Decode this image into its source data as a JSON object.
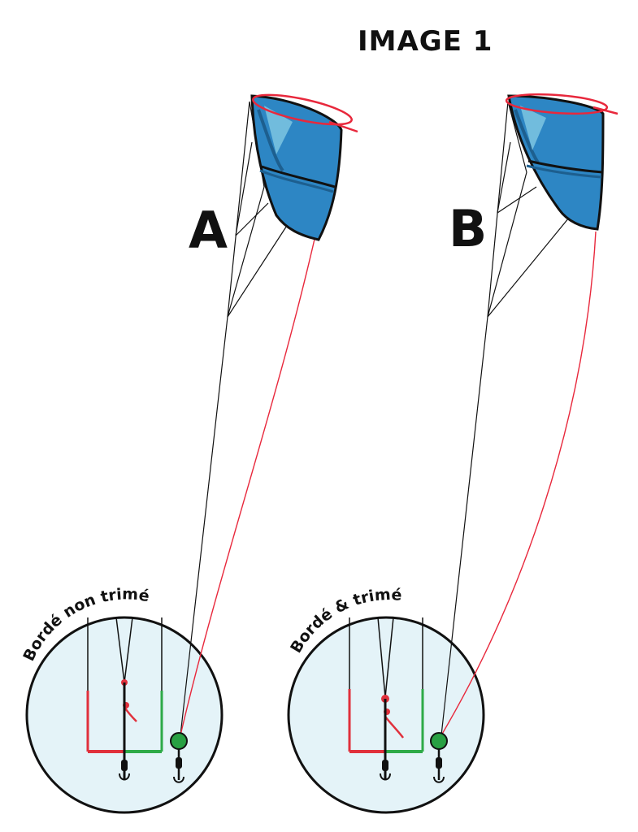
{
  "title": "IMAGE 1",
  "panels": [
    {
      "id": "A",
      "letter": "A",
      "caption": "Bordé non trimé"
    },
    {
      "id": "B",
      "letter": "B",
      "caption": "Bordé & trimé"
    }
  ],
  "colors": {
    "kite_fill": "#2d86c4",
    "kite_dark": "#1d5f8f",
    "kite_highlight": "#8fd3e8",
    "leading_edge_red": "#e8283c",
    "line_black": "#111111",
    "line_red": "#e8283c",
    "circle_fill": "#e4f3f8",
    "bar_red": "#e0303c",
    "bar_green": "#2eaa48",
    "stopper_green": "#28a043"
  },
  "icons": [
    "kite-icon",
    "control-bar-icon",
    "harness-hook-icon"
  ]
}
